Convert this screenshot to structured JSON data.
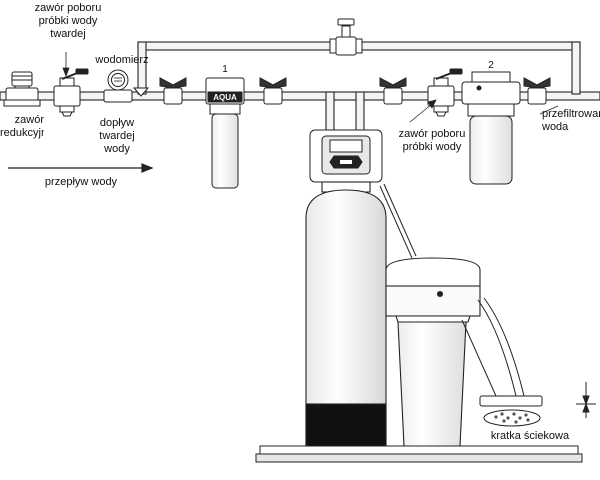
{
  "labels": {
    "valve_hard_sample": "zawór poboru\npróbki wody\ntwardej",
    "water_meter": "wodomierz",
    "reducing_valve": "zawór\nredukcyjny",
    "hard_water_inlet": "dopływ\ntwardej\nwody",
    "flow_direction": "przepływ wody",
    "valve_sample_mid": "zawór poboru\npróbki wody",
    "filtered_water": "przefiltrowana\nwoda",
    "floor_drain": "kratka ściekowa",
    "filter_1_number": "1",
    "filter_2_number": "2",
    "filter_1_brand": "AQUA"
  },
  "colors": {
    "line": "#222222",
    "pipe_fill": "#f4f4f4",
    "base_block": "#111111",
    "housing_fill": "#fafafa"
  }
}
